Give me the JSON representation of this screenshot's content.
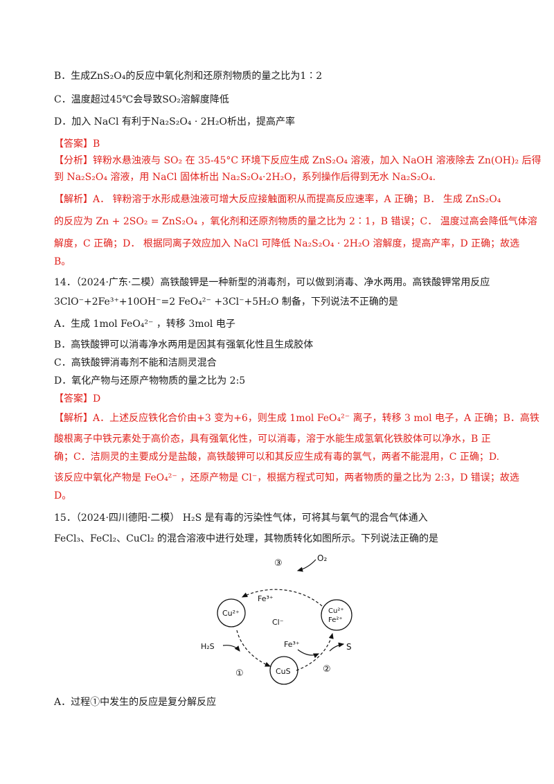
{
  "q13": {
    "optB": {
      "pre": "B．生成",
      "formula": "ZnS₂O₄",
      "post": "的反应中氧化剂和还原剂物质的量之比为1∶2"
    },
    "optC": {
      "pre": "C．温度超过",
      "temp": "45℃",
      "mid": "会导致",
      "formula": "SO₂",
      "post": "溶解度降低"
    },
    "optD": {
      "pre": "D．加入 NaCl 有利于",
      "formula": "Na₂S₂O₄ · 2H₂O",
      "post": "析出，提高产率"
    },
    "answer": "【答案】B",
    "analysis": [
      "【分析】锌粉水悬浊液与 SO₂ 在 35-45°C 环境下反应生成 ZnS₂O₄ 溶液，加入 NaOH 溶液除去 Zn(OH)₂ 后得",
      "到 Na₂S₂O₄ 溶液，用 NaCl 固体析出 Na₂S₂O₄·2H₂O，系列操作后得到无水 Na₂S₂O₄."
    ],
    "explanation": [
      "【解析】A．  锌粉溶于水形成悬浊液可增大反应接触面积从而提高反应速率，A 正确；B．  生成 ZnS₂O₄",
      "的反应为 Zn + 2SO₂ = ZnS₂O₄ ，氧化剂和还原剂物质的量之比为 2∶1，B 错误；C．  温度过高会降低气体溶",
      "解度，C 正确；D．  根据同离子效应加入 NaCl 可降低 Na₂S₂O₄ · 2H₂O 溶解度，提高产率，D 正确；故选",
      "B。"
    ]
  },
  "q14": {
    "stem": [
      "14．（2024·广东·二模）高铁酸钾是一种新型的消毒剂，可以做到消毒、净水两用。高铁酸钾常用反应",
      "3ClO⁻+2Fe³⁺+10OH⁻=2 FeO₄²⁻ +3Cl⁻+5H₂O 制备，下列说法不正确的是"
    ],
    "options": [
      "A．生成 1mol FeO₄²⁻ ，转移 3mol 电子",
      "B．高铁酸钾可以消毒净水两用是因其有强氧化性且生成胶体",
      "C．高铁酸钾消毒剂不能和洁厕灵混合",
      "D．氧化产物与还原产物物质的量之比为 2:5"
    ],
    "answer": "【答案】D",
    "explanation": [
      "【解析】A．上述反应铁化合价由+3 变为+6，则生成 1mol FeO₄²⁻ 离子，转移 3 mol 电子，A 正确；B．高铁",
      "酸根离子中铁元素处于高价态，具有强氧化性，可以消毒，溶于水能生成氢氧化铁胶体可以净水，B 正",
      "确；C．洁厕灵的主要成分是盐酸，高铁酸钾可以和其反应生成有毒的氯气，两者不能混用，C 正确；D.",
      "该反应中氧化产物是 FeO₄²⁻ ，还原产物是 Cl⁻，根据方程式可知，两者物质的量之比为 2:3，D 错误；故选",
      "D。"
    ]
  },
  "q15": {
    "stem": [
      "15．（2024·四川德阳·二模） H₂S 是有毒的污染性气体，可将其与氧气的混合气体通入",
      "FeCl₃、FeCl₂、CuCl₂ 的混合溶液中进行处理，其物质转化如图所示。下列说法正确的是"
    ],
    "diagram": {
      "step3": "③",
      "step1": "①",
      "step2": "②",
      "o2": "O₂",
      "fe3_top": "Fe³⁺",
      "cu2": "Cu²⁺",
      "cl": "Cl⁻",
      "cu_fe_1": "Cu²⁺",
      "cu_fe_2": "Fe²⁺",
      "h2s": "H₂S",
      "fe3_bottom": "Fe³⁺",
      "s": "S",
      "cus": "CuS"
    },
    "optA": "A．过程①中发生的反应是复分解反应"
  }
}
